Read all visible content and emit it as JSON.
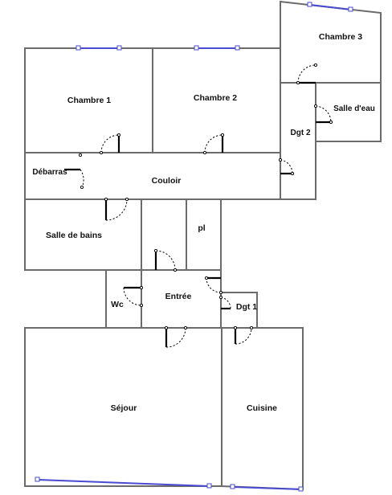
{
  "plan": {
    "rooms": {
      "chambre3": "Chambre 3",
      "chambre1": "Chambre 1",
      "chambre2": "Chambre 2",
      "salle_deau": "Salle d'eau",
      "dgt2": "Dgt 2",
      "debarras": "Débarras",
      "couloir": "Couloir",
      "salle_de_bains": "Salle de bains",
      "pl": "pl",
      "wc": "Wc",
      "entree": "Entrée",
      "dgt1": "Dgt 1",
      "sejour": "Séjour",
      "cuisine": "Cuisine"
    },
    "colors": {
      "walls": "#6b6b6b",
      "windows": "#4a4ad0",
      "doors": "#000000"
    }
  }
}
